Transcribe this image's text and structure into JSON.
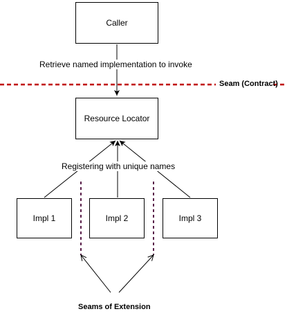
{
  "nodes": {
    "caller": "Caller",
    "locator": "Resource Locator",
    "impl1": "Impl 1",
    "impl2": "Impl 2",
    "impl3": "Impl 3"
  },
  "labels": {
    "retrieve": "Retrieve named implementation to invoke",
    "seam_contract": "Seam (Contract)",
    "registering": "Registering with unique names",
    "seams_extension": "Seams of Extension"
  },
  "colors": {
    "seam_line": "#c00000",
    "extension_line": "#5a1f4a",
    "stroke": "#000000"
  }
}
